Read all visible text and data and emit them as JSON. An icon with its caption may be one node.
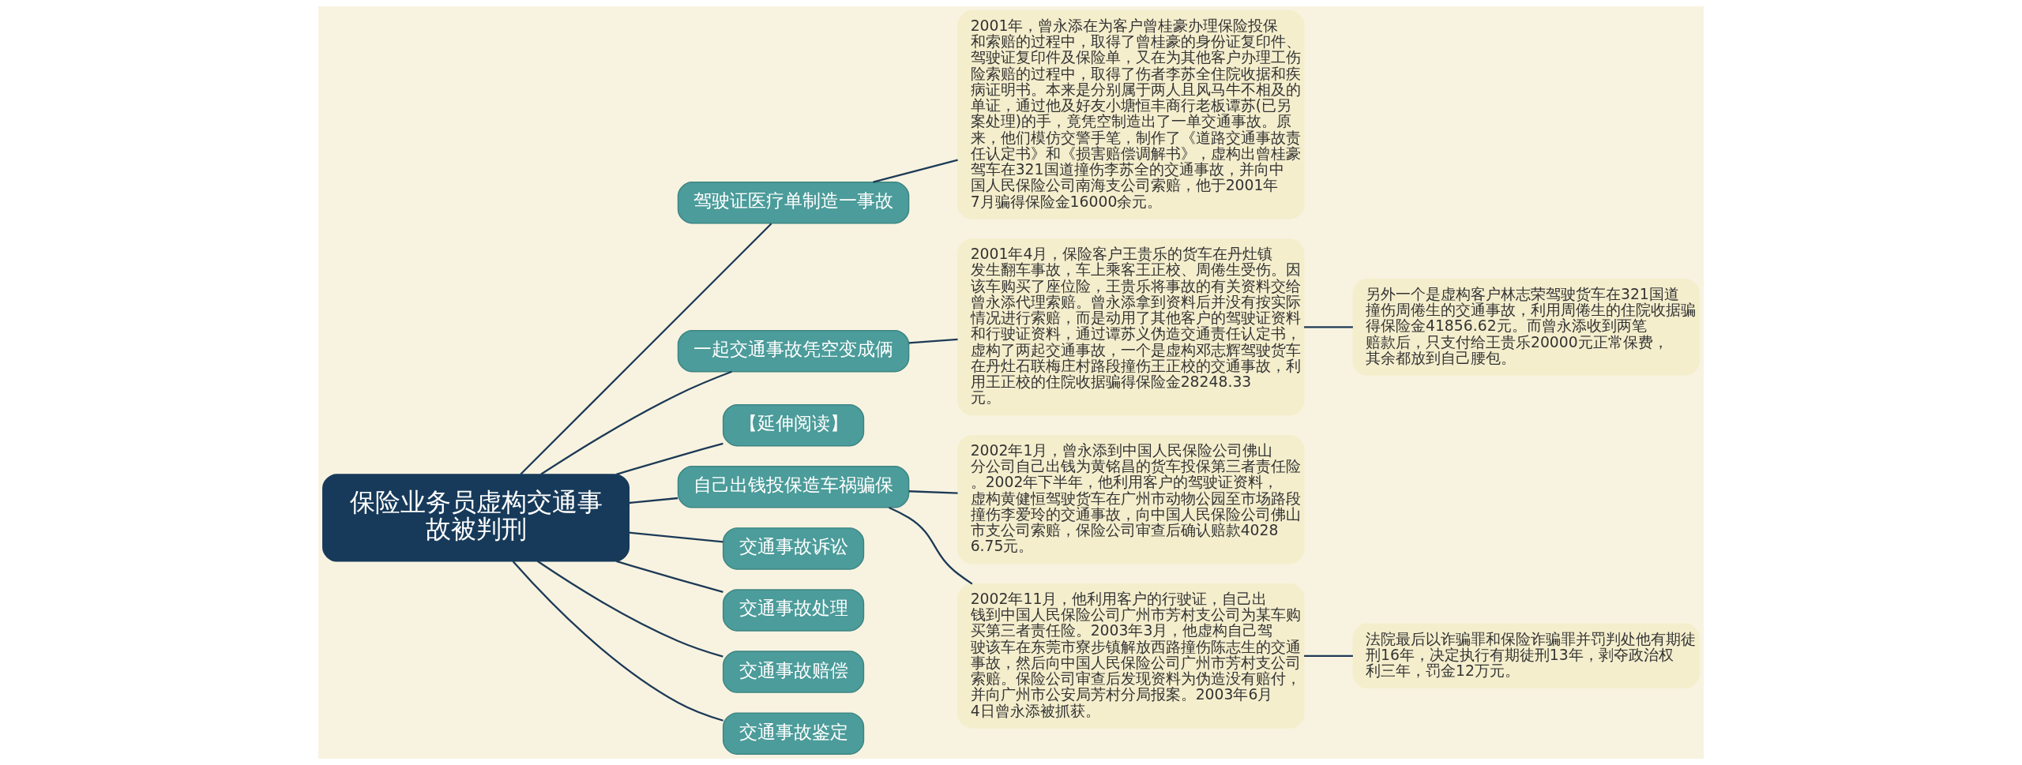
{
  "diagram": {
    "nodes": [
      {
        "text": [
          "保险业务员虚构交通事故被判刑"
        ]
      },
      {
        "text": [
          "驾驶证医疗单制造一事故"
        ]
      },
      {
        "text": [
          "2001年，曾永添在为客户曾桂豪办理保险投保和索赔的过程中，取得了曾桂豪的身份证复印件、驾驶证复印件及保险单，又在为其他客户办理工伤险索赔的过程中，取得了伤者李苏全住院收据和疾病证明书。本来是分别属于两人且风马牛不相及的单证，通过他及好友小塘恒丰商行老板谭苏(已另案处理)的手，竟凭空制造出了一单交通事故。原来，他们模仿交警手笔，制作了《道路交通事故责任认定书》和《损害赔偿调解书》，虚构出曾桂豪驾车在321国道撞伤李苏全的交通事故，并向中国人民保险公司南海支公司索赔，他于2001年7月骗得保险金16000余元。"
        ]
      },
      {
        "text": [
          "一起交通事故凭空变成俩"
        ]
      },
      {
        "text": [
          "2001年4月，保险客户王贵乐的货车在丹灶镇发生翻车事故，车上乘客王正校、周倦生受伤。因该车购买了座位险，王贵乐将事故的有关资料交给曾永添代理索赔。曾永添拿到资料后并没有按实际情况进行索赔，而是动用了其他客户的驾驶证资料和行驶证资料，通过谭苏义伪造交通责任认定书，虚构了两起交通事故，一个是虚构邓志辉驾驶货车在丹灶石联梅庄村路段撞伤王正校的交通事故，利用王正校的住院收据骗得保险金28248.33元。"
        ]
      },
      {
        "text": [
          "另外一个是虚构客户林志荣驾驶货车在321国道撞伤周倦生的交通事故，利用周倦生的住院收据骗得保险金41856.62元。而曾永添收到两笔赔款后，只支付给王贵乐20000元正常保费，其余都放到自己腰包。"
        ]
      },
      {
        "text": [
          "【延伸阅读】"
        ]
      },
      {
        "text": [
          "自己出钱投保造车祸骗保"
        ]
      },
      {
        "text": [
          "2002年1月，曾永添到中国人民保险公司佛山分公司自己出钱为黄铭昌的货车投保第三者责任险。2002年下半年，他利用客户的驾驶证资料，虚构黄健恒驾驶货车在广州市动物公园至市场路段撞伤李爱玲的交通事故，向中国人民保险公司佛山市支公司索赔，保险公司审查后确认赔款40286.75元。"
        ]
      },
      {
        "text": [
          "2002年11月，他利用客户的行驶证，自己出钱到中国人民保险公司广州市芳村支公司为某车购买第三者责任险。2003年3月，他虚构自己驾驶该车在东莞市寮步镇解放西路撞伤陈志生的交通事故，然后向中国人民保险公司广州市芳村支公司索赔。保险公司审查后发现资料为伪造没有赔付，并向广州市公安局芳村分局报案。2003年6月4日曾永添被抓获。"
        ]
      },
      {
        "text": [
          "法院最后以诈骗罪和保险诈骗罪并罚判处他有期徒刑16年，决定执行有期徒刑13年，剥夺政治权利三年，罚金12万元。"
        ]
      },
      {
        "text": [
          "交通事故诉讼"
        ]
      },
      {
        "text": [
          "交通事故处理"
        ]
      },
      {
        "text": [
          "交通事故赔偿"
        ]
      },
      {
        "text": [
          "交通事故鉴定"
        ]
      }
    ],
    "edges": [
      {
        "from": 0,
        "to": 1,
        "arrow": "none"
      },
      {
        "from": 1,
        "to": 2,
        "arrow": "none"
      },
      {
        "from": 0,
        "to": 3,
        "arrow": "none"
      },
      {
        "from": 3,
        "to": 4,
        "arrow": "none"
      },
      {
        "from": 4,
        "to": 5,
        "arrow": "none"
      },
      {
        "from": 0,
        "to": 6,
        "arrow": "none"
      },
      {
        "from": 0,
        "to": 7,
        "arrow": "none"
      },
      {
        "from": 7,
        "to": 8,
        "arrow": "none"
      },
      {
        "from": 7,
        "to": 9,
        "arrow": "none"
      },
      {
        "from": 9,
        "to": 10,
        "arrow": "none"
      },
      {
        "from": 0,
        "to": 11,
        "arrow": "none"
      },
      {
        "from": 0,
        "to": 12,
        "arrow": "none"
      },
      {
        "from": 0,
        "to": 13,
        "arrow": "none"
      },
      {
        "from": 0,
        "to": 14,
        "arrow": "none"
      }
    ]
  }
}
